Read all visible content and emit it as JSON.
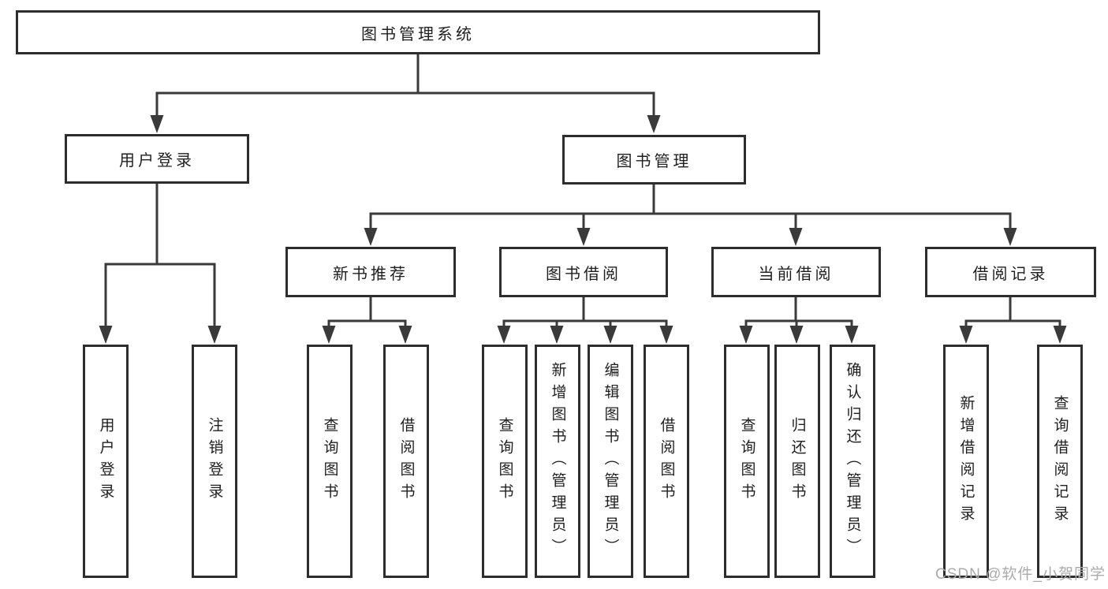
{
  "nodes": {
    "root": {
      "label": "图书管理系统"
    },
    "user_login_branch": {
      "label": "用户登录"
    },
    "book_mgmt_branch": {
      "label": "图书管理"
    },
    "new_book_rec": {
      "label": "新书推荐"
    },
    "book_borrow": {
      "label": "图书借阅"
    },
    "current_borrow": {
      "label": "当前借阅"
    },
    "borrow_records": {
      "label": "借阅记录"
    },
    "leaf_user_login": {
      "label": "用户登录"
    },
    "leaf_logout": {
      "label": "注销登录"
    },
    "leaf_query_book_newrec": {
      "label": "查询图书"
    },
    "leaf_borrow_book_newrec": {
      "label": "借阅图书"
    },
    "leaf_query_book_borrow": {
      "label": "查询图书"
    },
    "leaf_add_book": {
      "label": "新增图书（管理员）"
    },
    "leaf_edit_book": {
      "label": "编辑图书（管理员）"
    },
    "leaf_borrow_book_borrow": {
      "label": "借阅图书"
    },
    "leaf_query_book_current": {
      "label": "查询图书"
    },
    "leaf_return_book": {
      "label": "归还图书"
    },
    "leaf_confirm_return": {
      "label": "确认归还（管理员）"
    },
    "leaf_add_record": {
      "label": "新增借阅记录"
    },
    "leaf_query_record": {
      "label": "查询借阅记录"
    }
  },
  "structure": {
    "root": [
      "user_login_branch",
      "book_mgmt_branch"
    ],
    "user_login_branch": [
      "leaf_user_login",
      "leaf_logout"
    ],
    "book_mgmt_branch": [
      "new_book_rec",
      "book_borrow",
      "current_borrow",
      "borrow_records"
    ],
    "new_book_rec": [
      "leaf_query_book_newrec",
      "leaf_borrow_book_newrec"
    ],
    "book_borrow": [
      "leaf_query_book_borrow",
      "leaf_add_book",
      "leaf_edit_book",
      "leaf_borrow_book_borrow"
    ],
    "current_borrow": [
      "leaf_query_book_current",
      "leaf_return_book",
      "leaf_confirm_return"
    ],
    "borrow_records": [
      "leaf_add_record",
      "leaf_query_record"
    ]
  },
  "watermark": {
    "text": "CSDN @软件_小贺同学"
  },
  "colors": {
    "line": "#3a3a3a",
    "box_border": "#2d2d2d",
    "text": "#1f1f1f",
    "watermark": "#ababab",
    "background": "#ffffff"
  }
}
